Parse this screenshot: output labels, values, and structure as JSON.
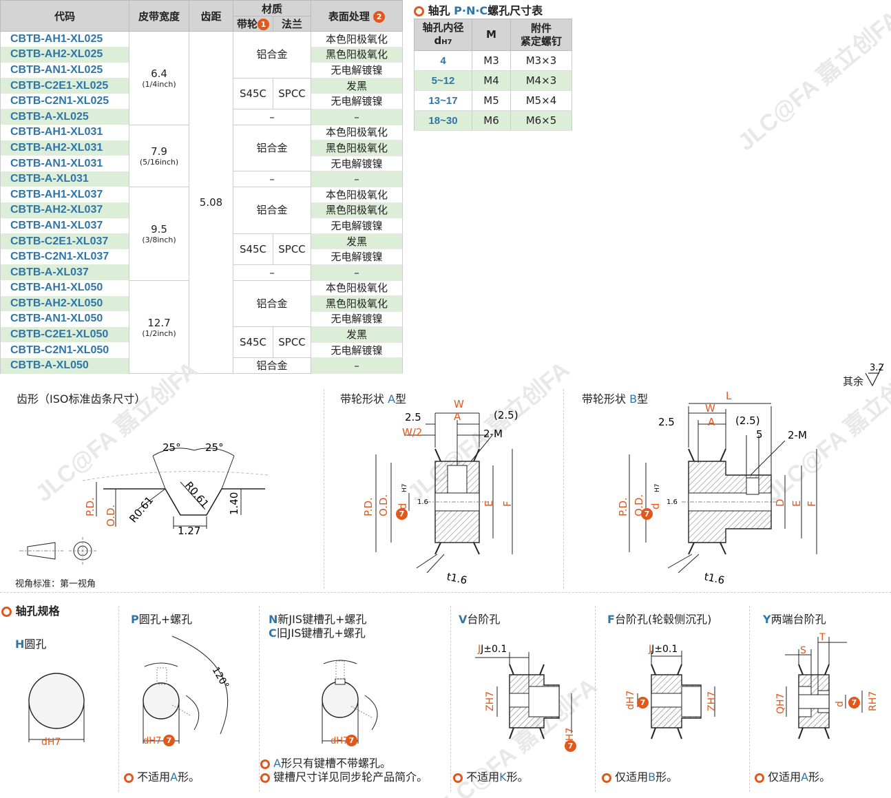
{
  "main_table": {
    "headers": {
      "code": "代码",
      "belt_width": "皮带宽度",
      "pitch": "齿距",
      "material": "材质",
      "pulley": "带轮",
      "flange": "法兰",
      "surface": "表面处理",
      "note1": "1",
      "note2": "2"
    },
    "rows": [
      {
        "code": "CBTB-AH1-XL025",
        "surface": "本色阳极氧化"
      },
      {
        "code": "CBTB-AH2-XL025",
        "surface": "黑色阳极氧化"
      },
      {
        "code": "CBTB-AN1-XL025",
        "surface": "无电解镀镍"
      },
      {
        "code": "CBTB-C2E1-XL025",
        "surface": "发黑"
      },
      {
        "code": "CBTB-C2N1-XL025",
        "surface": "无电解镀镍"
      },
      {
        "code": "CBTB-A-XL025",
        "surface": "–"
      },
      {
        "code": "CBTB-AH1-XL031",
        "surface": "本色阳极氧化"
      },
      {
        "code": "CBTB-AH2-XL031",
        "surface": "黑色阳极氧化"
      },
      {
        "code": "CBTB-AN1-XL031",
        "surface": "无电解镀镍"
      },
      {
        "code": "CBTB-A-XL031",
        "surface": "–"
      },
      {
        "code": "CBTB-AH1-XL037",
        "surface": "本色阳极氧化"
      },
      {
        "code": "CBTB-AH2-XL037",
        "surface": "黑色阳极氧化"
      },
      {
        "code": "CBTB-AN1-XL037",
        "surface": "无电解镀镍"
      },
      {
        "code": "CBTB-C2E1-XL037",
        "surface": "发黑"
      },
      {
        "code": "CBTB-C2N1-XL037",
        "surface": "无电解镀镍"
      },
      {
        "code": "CBTB-A-XL037",
        "surface": "–"
      },
      {
        "code": "CBTB-AH1-XL050",
        "surface": "本色阳极氧化"
      },
      {
        "code": "CBTB-AH2-XL050",
        "surface": "黑色阳极氧化"
      },
      {
        "code": "CBTB-AN1-XL050",
        "surface": "无电解镀镍"
      },
      {
        "code": "CBTB-C2E1-XL050",
        "surface": "发黑"
      },
      {
        "code": "CBTB-C2N1-XL050",
        "surface": "无电解镀镍"
      },
      {
        "code": "CBTB-A-XL050",
        "surface": "–"
      }
    ],
    "widths": [
      {
        "value": "6.4",
        "sub": "(1/4inch)"
      },
      {
        "value": "7.9",
        "sub": "(5/16inch)"
      },
      {
        "value": "9.5",
        "sub": "(3/8inch)"
      },
      {
        "value": "12.7",
        "sub": "(1/2inch)"
      }
    ],
    "pitch": "5.08",
    "mat_al": "铝合金",
    "mat_s45c": "S45C",
    "mat_spcc": "SPCC",
    "dash": "–"
  },
  "hole_table": {
    "title_pre": "轴孔 ",
    "title_pnc": "P·N·C",
    "title_post": "螺孔尺寸表",
    "h_bore_1": "轴孔内径",
    "h_bore_2": "d",
    "h_bore_sub": "H7",
    "h_m": "M",
    "h_screw_1": "附件",
    "h_screw_2": "紧定螺钉",
    "rows": [
      {
        "d": "4",
        "m": "M3",
        "s": "M3×3"
      },
      {
        "d": "5~12",
        "m": "M4",
        "s": "M4×3"
      },
      {
        "d": "13~17",
        "m": "M5",
        "s": "M5×4"
      },
      {
        "d": "18~30",
        "m": "M6",
        "s": "M6×5"
      }
    ]
  },
  "surface_note": {
    "label": "其余",
    "value": "3.2"
  },
  "tooth": {
    "title": "齿形（ISO标准齿条尺寸）",
    "angle1": "25°",
    "angle2": "25°",
    "pd": "P.D.",
    "od": "O.D.",
    "r1": "R0.61",
    "r2": "R0.61",
    "h": "1.40",
    "w": "1.27",
    "view": "视角标准：第一视角"
  },
  "shape_a": {
    "title_pre": "带轮形状 ",
    "title_letter": "A",
    "title_post": "型",
    "W": "W",
    "A": "A",
    "d25": "2.5",
    "d25b": "(2.5)",
    "w2": "W/2",
    "m": "2-M",
    "pd": "P.D.",
    "od": "O.D.",
    "d": "d",
    "dsub": "H7",
    "seven": "7",
    "r16": "1.6",
    "E": "E",
    "F": "F",
    "t": "t1.6"
  },
  "shape_b": {
    "title_pre": "带轮形状 ",
    "title_letter": "B",
    "title_post": "型",
    "L": "L",
    "W": "W",
    "A": "A",
    "d25": "2.5",
    "d25b": "(2.5)",
    "five": "5",
    "m": "2-M",
    "pd": "P.D.",
    "od": "O.D.",
    "d": "d",
    "dsub": "H7",
    "seven": "7",
    "r16": "1.6",
    "D": "D",
    "E": "E",
    "F": "F",
    "t": "t1.6"
  },
  "shaft": {
    "title": "轴孔规格",
    "H": {
      "letter": "H",
      "text": "圆孔",
      "label": "dH7"
    },
    "P": {
      "letter": "P",
      "text": "圆孔+螺孔",
      "angle": "120°",
      "label": "dH7",
      "note_pre": "不适用",
      "note_l": "A",
      "note_post": "形。"
    },
    "N": {
      "l1": "N",
      "t1": "新JIS键槽孔+螺孔",
      "l2": "C",
      "t2": "旧JIS键槽孔+螺孔",
      "label": "dH7",
      "note1_l": "A",
      "note1": "形只有键槽不带螺孔。",
      "note2": "键槽尺寸详见同步轮产品简介。"
    },
    "V": {
      "letter": "V",
      "text": "台阶孔",
      "j": "J±0.1",
      "z": "ZH7",
      "dh": "dH7",
      "note_pre": "不适用",
      "note_l": "K",
      "note_post": "形。"
    },
    "F": {
      "letter": "F",
      "text": "台阶孔(轮毂侧沉孔)",
      "j": "J±0.1",
      "dh": "dH7",
      "z": "ZH7",
      "note_pre": "仅适用",
      "note_l": "B",
      "note_post": "形。"
    },
    "Y": {
      "letter": "Y",
      "text": "两端台阶孔",
      "s": "S",
      "t": "T",
      "q": "QH7",
      "d": "d",
      "r": "RH7",
      "note_pre": "仅适用",
      "note_l": "A",
      "note_post": "形。"
    }
  },
  "colors": {
    "blue": "#2f75a8",
    "orange": "#e2571b",
    "green": "#ddeed8",
    "header": "#d4d4d4"
  }
}
